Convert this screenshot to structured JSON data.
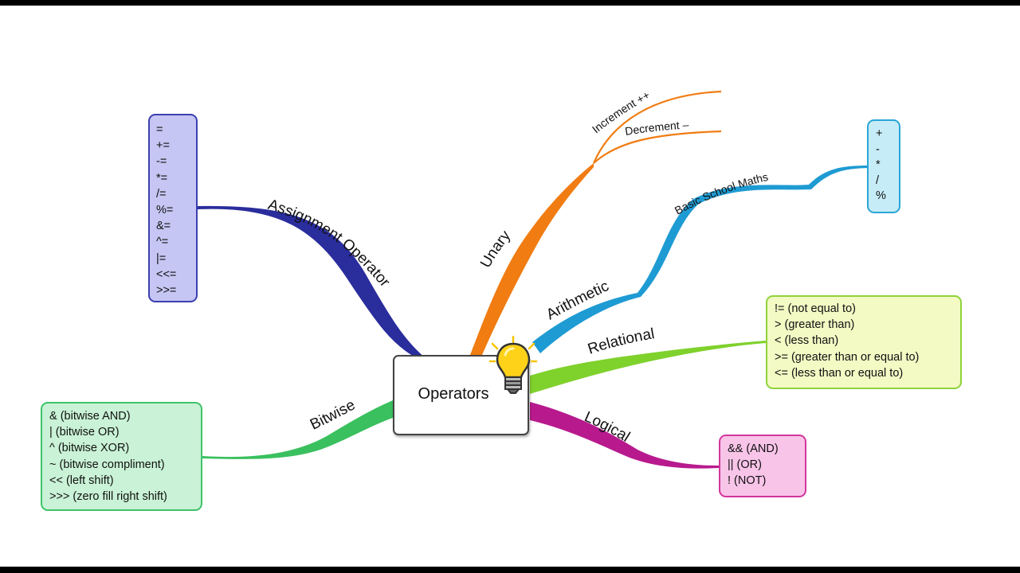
{
  "center": {
    "title": "Operators"
  },
  "branches": {
    "assignment": "Assignment Operator",
    "unary": "Unary",
    "increment": "Increment ++",
    "decrement": "Decrement –",
    "arithmetic": "Arithmetic",
    "basic_school_maths": "Basic School Maths",
    "relational": "Relational",
    "bitwise": "Bitwise",
    "logical": "Logical"
  },
  "boxes": {
    "assignment": [
      "=",
      "+=",
      "-=",
      "*=",
      "/=",
      "%=",
      "&=",
      "^=",
      "|=",
      "<<=",
      ">>="
    ],
    "arithmetic": [
      "+",
      "-",
      "*",
      "/",
      "%"
    ],
    "relational": [
      "!= (not equal to)",
      "> (greater than)",
      "< (less than)",
      ">= (greater than or equal to)",
      "<= (less than or equal to)"
    ],
    "bitwise": [
      "& (bitwise AND)",
      "| (bitwise OR)",
      "^ (bitwise XOR)",
      "~ (bitwise compliment)",
      "<< (left shift)",
      ">>> (zero fill right shift)"
    ],
    "logical": [
      "&& (AND)",
      "|| (OR)",
      "! (NOT)"
    ]
  },
  "colors": {
    "assignment": "#2a2d9c",
    "unary": "#f07c12",
    "arithmetic": "#1e9bd3",
    "relational": "#7fd12c",
    "logical": "#b81a8e",
    "bitwise": "#3ac05e"
  },
  "icons": {
    "center": "lightbulb-icon"
  }
}
